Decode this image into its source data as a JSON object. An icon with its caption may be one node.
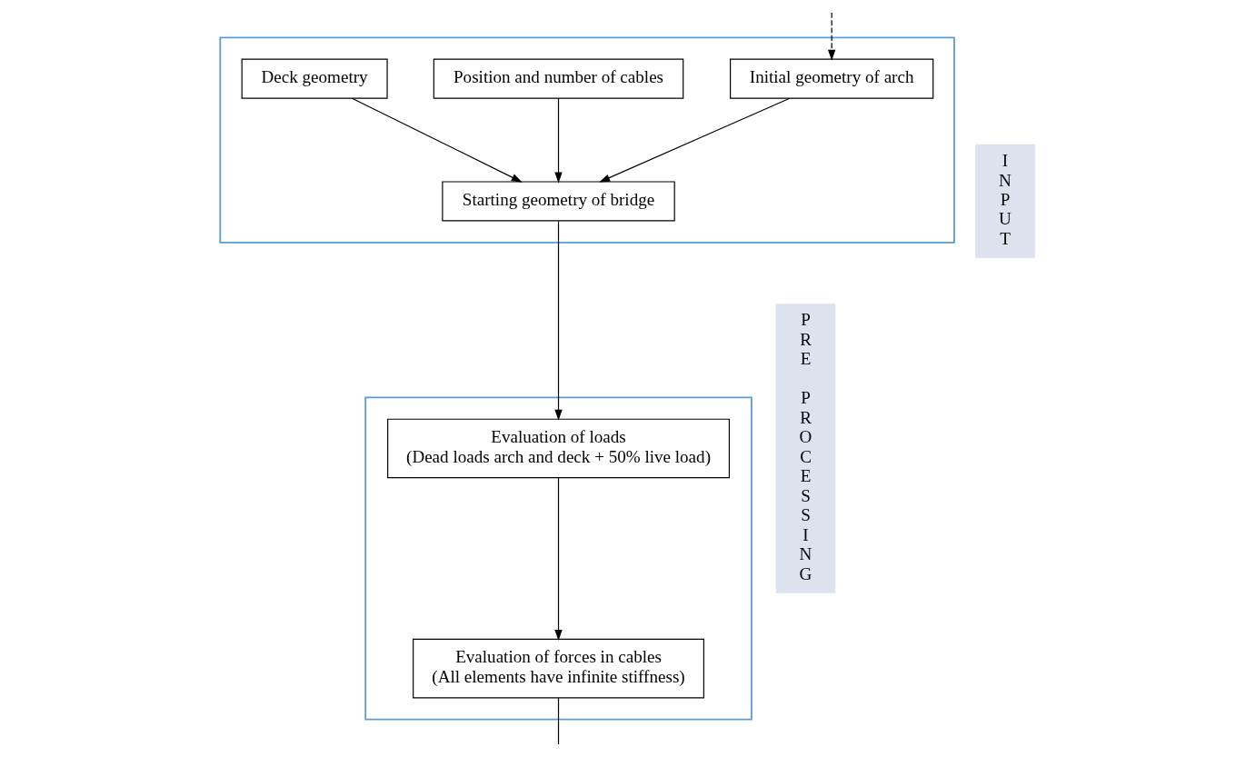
{
  "diagram": {
    "nodes": [
      {
        "text": [],
        "shape": "box"
      },
      {
        "text": [
          "Deck geometry"
        ],
        "in": 0
      },
      {
        "text": [
          "Position and number of cables"
        ],
        "in": 0
      },
      {
        "text": [
          "Initial geometry of arch"
        ],
        "in": 0
      },
      {
        "text": [
          "Starting geometry of bridge"
        ],
        "in": 0
      },
      {
        "text": [
          "INPUT"
        ]
      },
      {
        "text": [],
        "shape": "box"
      },
      {
        "text": [
          "Evaluation of loads",
          "(Dead loads arch and deck + 50% live load)"
        ],
        "in": 6
      },
      {
        "text": [
          "Evaluation of forces in cables",
          "(All elements have infinite stiffness)"
        ],
        "in": 6
      },
      {
        "text": [
          "PRE PROCESSING"
        ]
      }
    ],
    "edges": [
      {
        "from": 1,
        "to": 4,
        "arrow": "to"
      },
      {
        "from": 2,
        "to": 4,
        "arrow": "to"
      },
      {
        "from": 3,
        "to": 4,
        "arrow": "to"
      },
      {
        "from": 4,
        "to": 7,
        "arrow": "to"
      },
      {
        "from": 7,
        "to": 8,
        "arrow": "to"
      },
      {
        "from": 8,
        "to": null,
        "arrow": "none"
      },
      {
        "from": null,
        "to": 3,
        "arrow": "to",
        "style": "dashed"
      }
    ]
  }
}
